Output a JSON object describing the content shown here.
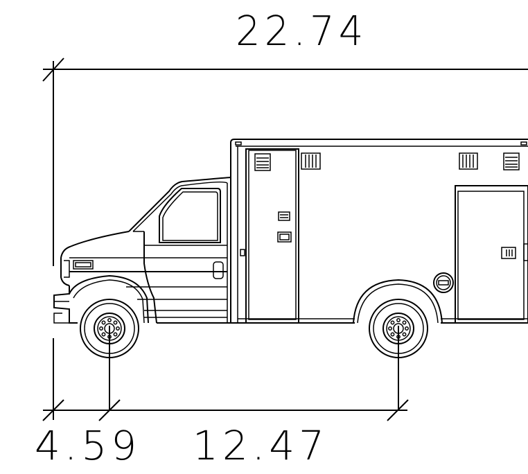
{
  "dimensions": {
    "overall_length": "22.74",
    "front_overhang": "4.59",
    "wheelbase": "12.47"
  },
  "colors": {
    "line": "#000000",
    "background": "#ffffff"
  }
}
